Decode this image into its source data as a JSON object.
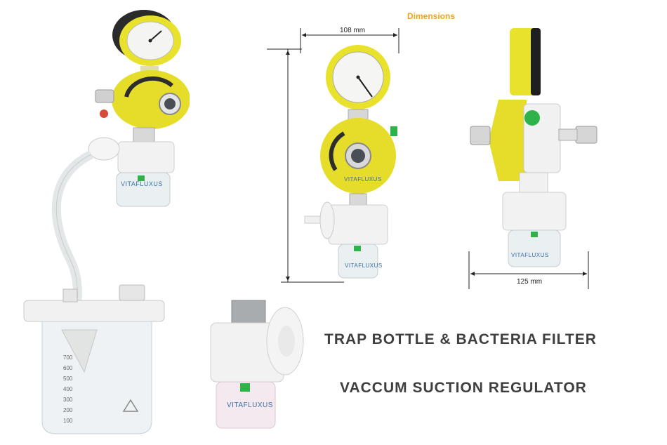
{
  "dimensions_title": "Dimensions",
  "dimension_width_front": "108 mm",
  "dimension_width_side": "125 mm",
  "brand_name": "VITAFLUXUS",
  "headline_1": "TRAP BOTTLE & BACTERIA FILTER",
  "headline_2": "VACCUM SUCTION REGULATOR",
  "jar_scale": [
    "700",
    "600",
    "500",
    "400",
    "300",
    "200",
    "100"
  ],
  "colors": {
    "accent_yellow": "#e9e22c",
    "dimension_title": "#f2a516",
    "headline": "#3f3f3f",
    "green_indicator": "#2eb24a",
    "brand_blue": "#3a6ea5"
  }
}
